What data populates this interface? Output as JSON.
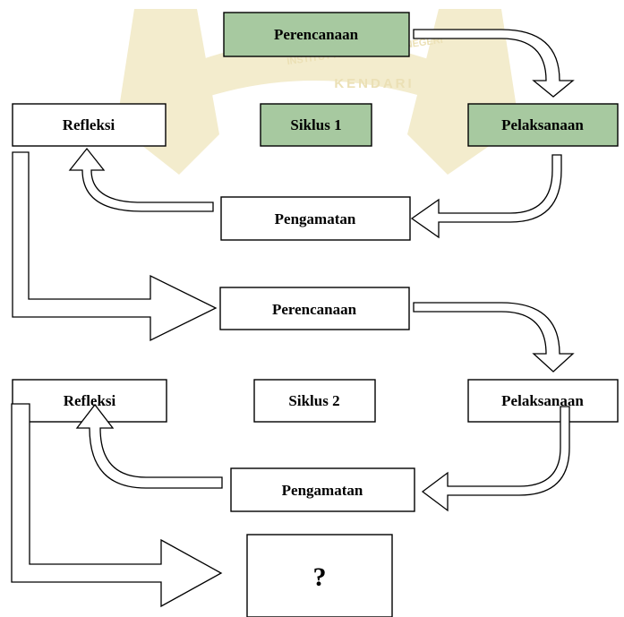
{
  "watermark": {
    "line1": "INSTITUT AGAMA ISLAM NEGERI",
    "line2": "KENDARI"
  },
  "colors": {
    "cycle1_box_fill": "#a7c9a0",
    "watermark": "#f3eccd"
  },
  "cycle1": {
    "planning": "Perencanaan",
    "action": "Pelaksanaan",
    "observation": "Pengamatan",
    "reflection": "Refleksi",
    "title": "Siklus 1"
  },
  "cycle2": {
    "planning": "Perencanaan",
    "action": "Pelaksanaan",
    "observation": "Pengamatan",
    "reflection": "Refleksi",
    "title": "Siklus 2"
  },
  "next": {
    "label": "?"
  }
}
